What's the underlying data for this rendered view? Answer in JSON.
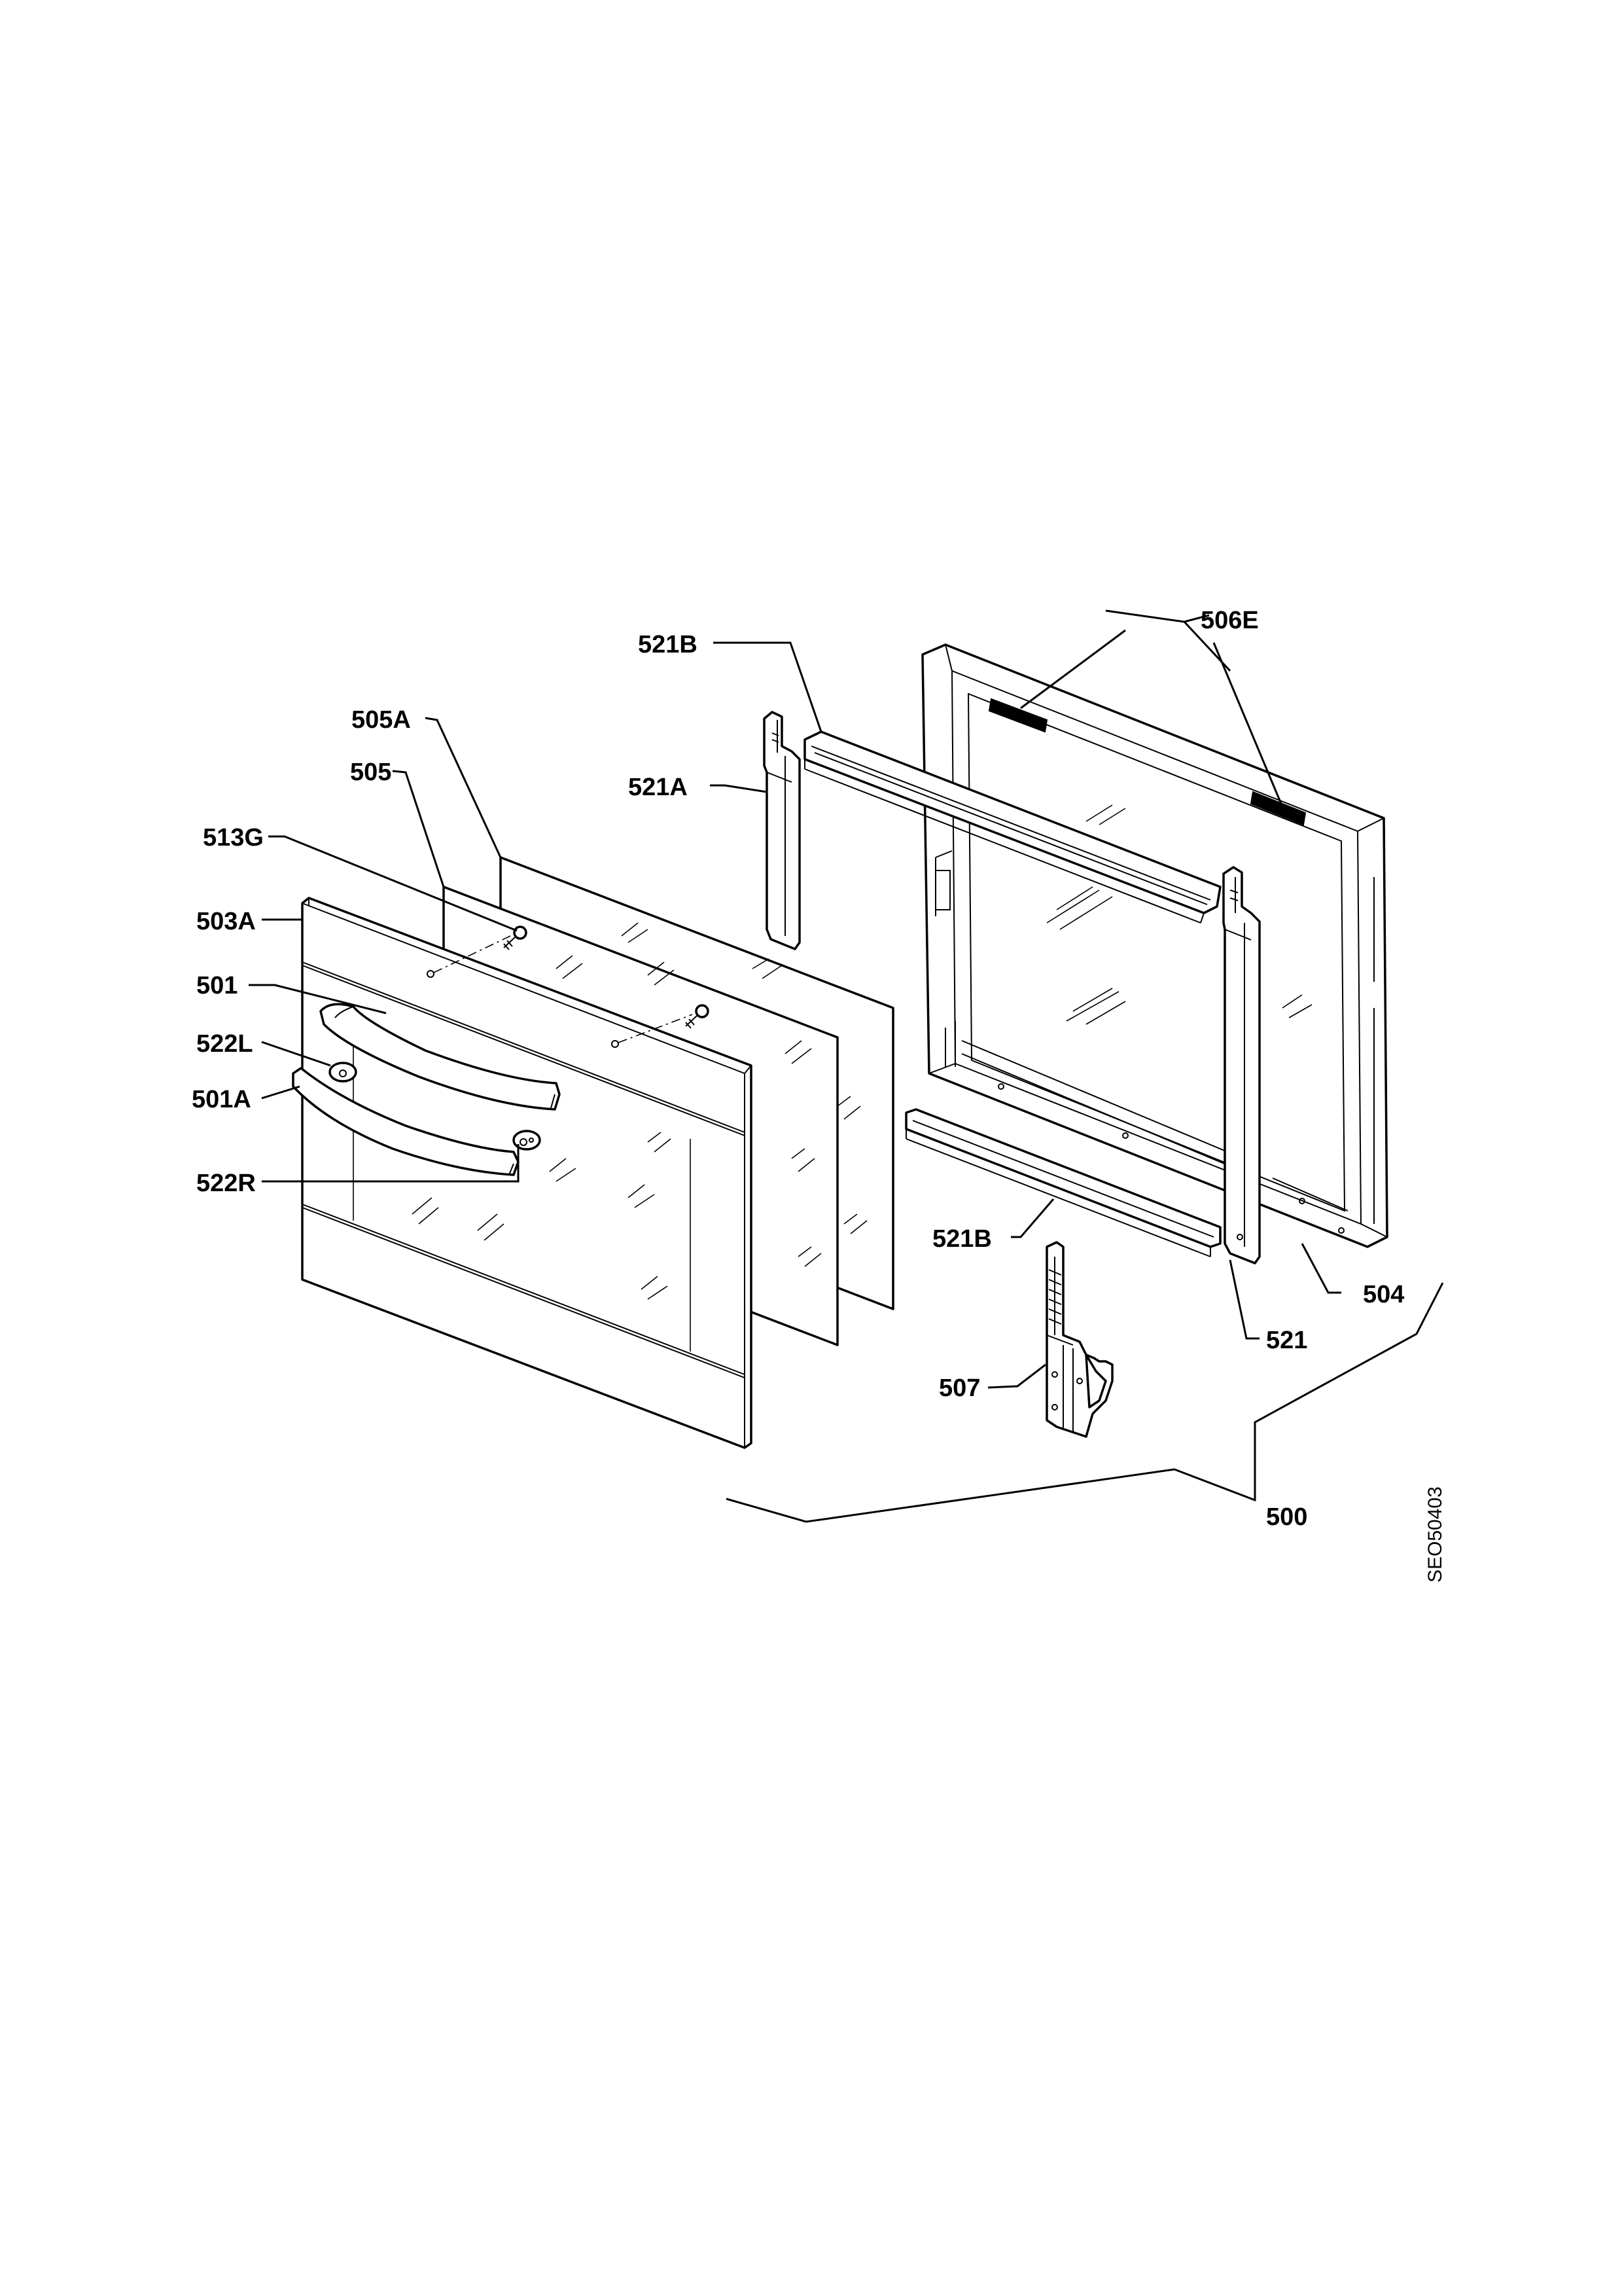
{
  "labels": {
    "l_505A": "505A",
    "l_505": "505",
    "l_513G": "513G",
    "l_503A": "503A",
    "l_501": "501",
    "l_522L": "522L",
    "l_501A": "501A",
    "l_522R": "522R",
    "l_521B_top": "521B",
    "l_521A": "521A",
    "l_506E": "506E",
    "l_521B_bottom": "521B",
    "l_504": "504",
    "l_521": "521",
    "l_507": "507",
    "l_500": "500"
  },
  "drawing_code": "SEO50403"
}
